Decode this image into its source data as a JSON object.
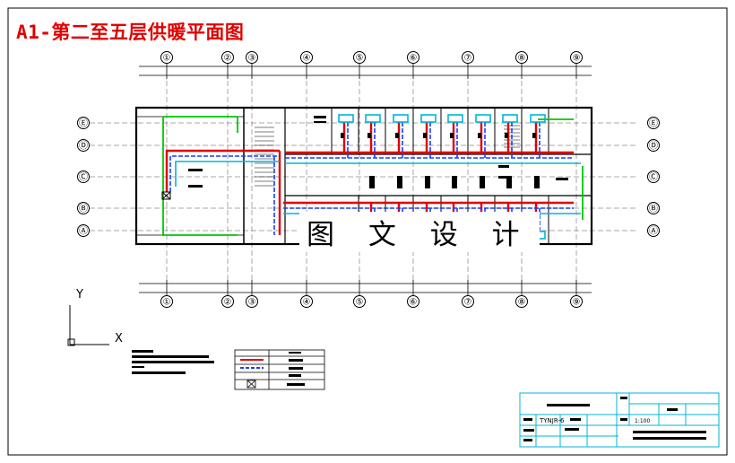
{
  "title": "A1-第二至五层供暖平面图",
  "watermark": "图 文 设 计",
  "grid_columns": [
    "①",
    "②",
    "③",
    "④",
    "⑤",
    "⑥",
    "⑦",
    "⑧",
    "⑨"
  ],
  "grid_rows": [
    "Ⓔ",
    "Ⓓ",
    "Ⓒ",
    "Ⓑ",
    "Ⓐ"
  ],
  "axis": {
    "y": "Y",
    "x": "X"
  },
  "title_block": {
    "code": "TYNJR-6",
    "scale": "1:100"
  },
  "colors": {
    "title": "#e00000",
    "wall": "#000000",
    "supply_pipe": "#e00000",
    "return_pipe": "#1a3cff",
    "cyan_device": "#00b5d8",
    "partition": "#00c800"
  }
}
